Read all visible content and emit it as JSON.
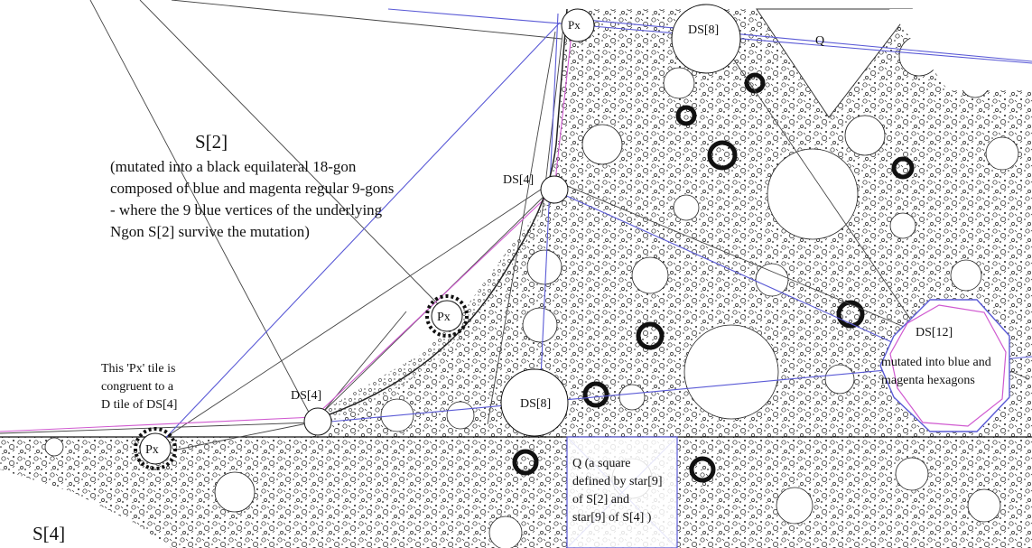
{
  "labels": {
    "s2_title": "S[2]",
    "s2_desc": [
      "(mutated into a black equilateral 18-gon",
      "composed of blue and magenta regular 9-gons",
      "- where the 9 blue vertices of the underlying",
      "Ngon S[2] survive the mutation)"
    ],
    "px_top": "Px",
    "px_mid": "Px",
    "px_bottom": "Px",
    "ds8_top": "DS[8]",
    "ds8_mid": "DS[8]",
    "ds4_upper": "DS[4]",
    "ds4_lower": "DS[4]",
    "ds12": "DS[12]",
    "q_top": "Q",
    "px_note": [
      "This 'Px' tile is",
      "congruent to a",
      "D tile of DS[4]"
    ],
    "ds12_note": [
      "mutated into blue and",
      "magenta hexagons"
    ],
    "q_note": [
      "Q (a square",
      "defined by star[9]",
      "of S[2] and",
      "star[9] of S[4] )"
    ],
    "s4_title": "S[4]"
  },
  "colors": {
    "blue_line": "#5a5ad6",
    "magenta_line": "#d05ad0",
    "black_line": "#333333",
    "dark_line": "#111111",
    "texture": "#222222"
  }
}
